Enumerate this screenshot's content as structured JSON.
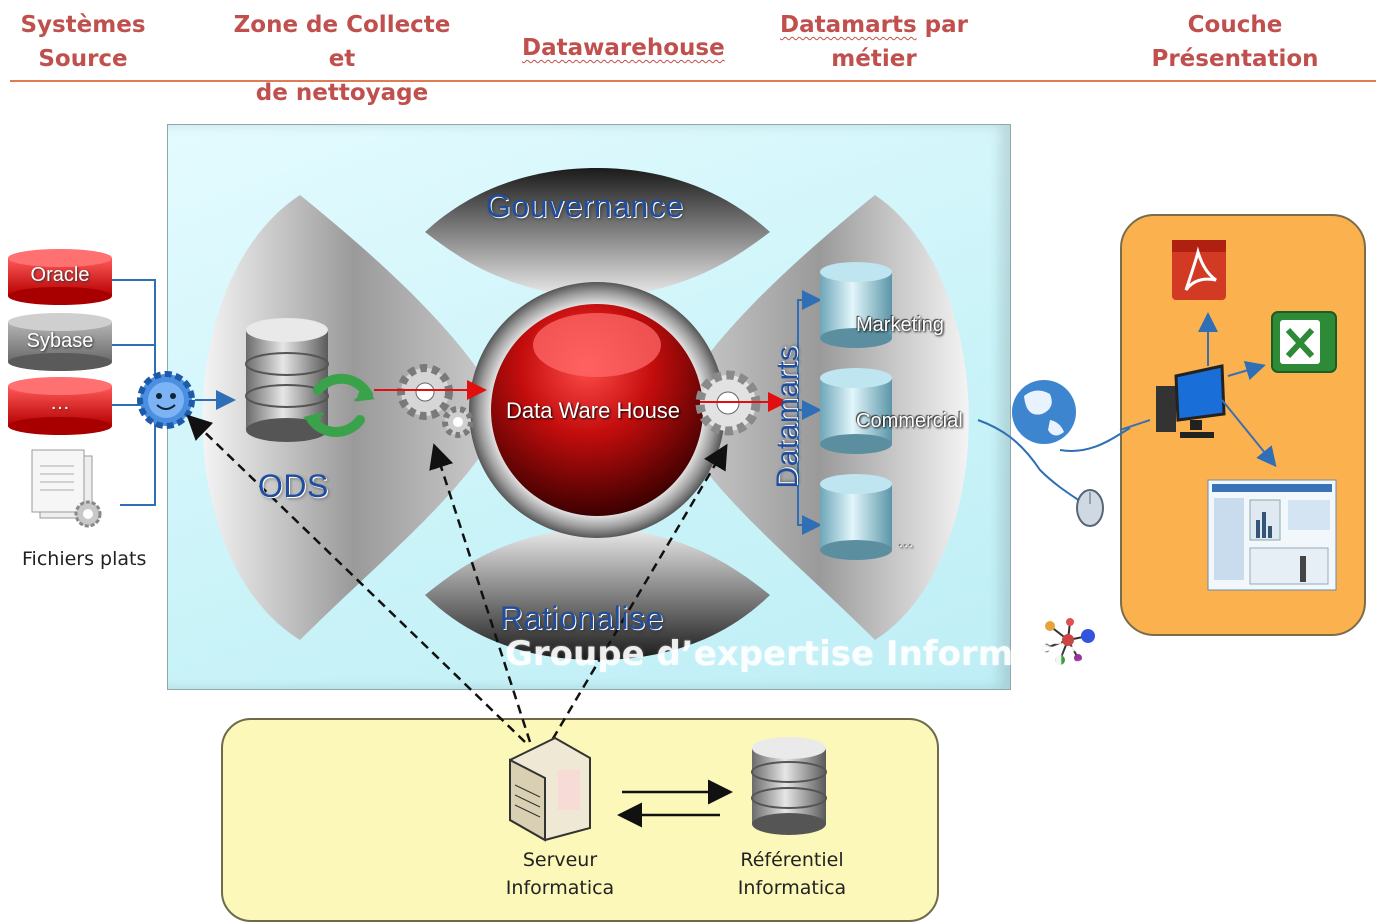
{
  "headers": {
    "source": [
      "Systèmes",
      "Source"
    ],
    "collect": [
      "Zone de Collecte et",
      "de nettoyage"
    ],
    "dwh": "Datawarehouse",
    "datamarts_1": "Datamarts",
    "datamarts_2": " par",
    "datamarts_3": "métier",
    "presentation": [
      "Couche",
      "Présentation"
    ]
  },
  "sources": {
    "oracle": "Oracle",
    "sybase": "Sybase",
    "other": "…",
    "flat_files": "Fichiers plats"
  },
  "core": {
    "gouvernance": "Gouvernance",
    "rationalise": "Rationalise",
    "ods": "ODS",
    "dwh": "Data Ware House",
    "datamarts": "Datamarts",
    "watermark": "Groupe d’expertise Informatica"
  },
  "datamarts": {
    "marketing": "Marketing",
    "commercial": "Commercial",
    "other": "…"
  },
  "bottom": {
    "server": [
      "Serveur",
      "Informatica"
    ],
    "repository": [
      "Référentiel",
      "Informatica"
    ]
  },
  "colors": {
    "header_text": "#c0504d",
    "rule": "#e07b55",
    "presentation_bg": "#fbb24e",
    "bottom_bg": "#fcf8b9",
    "oracle_red": "#d81f1f",
    "sybase_gray": "#8c8c8c",
    "connector_blue": "#2f6fb5"
  },
  "icons": [
    "database-icon",
    "document-icon",
    "gear-icon",
    "sync-arrows-icon",
    "globe-icon",
    "mouse-icon",
    "computer-icon",
    "pdf-icon",
    "excel-icon",
    "report-icon",
    "server-icon",
    "network-icon"
  ]
}
